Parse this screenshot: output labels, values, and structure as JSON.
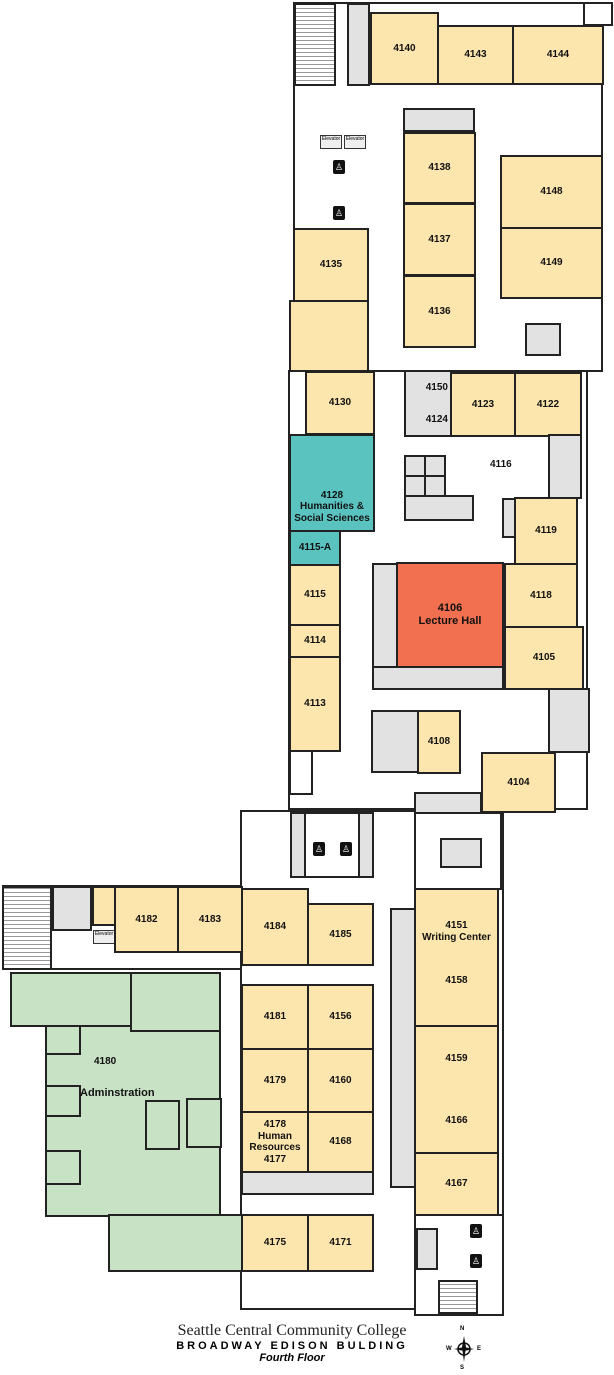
{
  "colors": {
    "classroom": "#fde6ad",
    "service": "#e2e2e2",
    "humanities": "#5bc3bf",
    "lecture_hall": "#f26f4f",
    "administration": "#c8e2c6"
  },
  "rooms": {
    "r4140": "4140",
    "r4143": "4143",
    "r4144": "4144",
    "r4138": "4138",
    "r4137": "4137",
    "r4136": "4136",
    "r4148": "4148",
    "r4149": "4149",
    "r4135": "4135",
    "r4130": "4130",
    "r4150": "4150",
    "r4124": "4124",
    "r4123": "4123",
    "r4122": "4122",
    "r4116": "4116",
    "r4128": "4128",
    "r4128_name": "Humanities & Social Sciences",
    "r4115a": "4115-A",
    "r4115": "4115",
    "r4114": "4114",
    "r4113": "4113",
    "r4119": "4119",
    "r4118": "4118",
    "r4105": "4105",
    "r4106": "4106",
    "r4106_name": "Lecture Hall",
    "r4108": "4108",
    "r4104": "4104",
    "r4151": "4151",
    "r4151_name": "Writing Center",
    "r4158": "4158",
    "r4159": "4159",
    "r4166": "4166",
    "r4167": "4167",
    "r4182": "4182",
    "r4183": "4183",
    "r4184": "4184",
    "r4185": "4185",
    "r4181": "4181",
    "r4156": "4156",
    "r4179": "4179",
    "r4160": "4160",
    "r4178": "4178",
    "r4178_name": "Human Resources",
    "r4177": "4177",
    "r4168": "4168",
    "r4175": "4175",
    "r4171": "4171",
    "r4180": "4180",
    "r4180_name": "Adminstration"
  },
  "elevator_label": "Elevator",
  "footer": {
    "college": "Seattle Central Community College",
    "building": "BROADWAY EDISON BULDING",
    "floor": "Fourth Floor"
  },
  "compass": {
    "n": "N",
    "s": "S",
    "e": "E",
    "w": "W"
  }
}
